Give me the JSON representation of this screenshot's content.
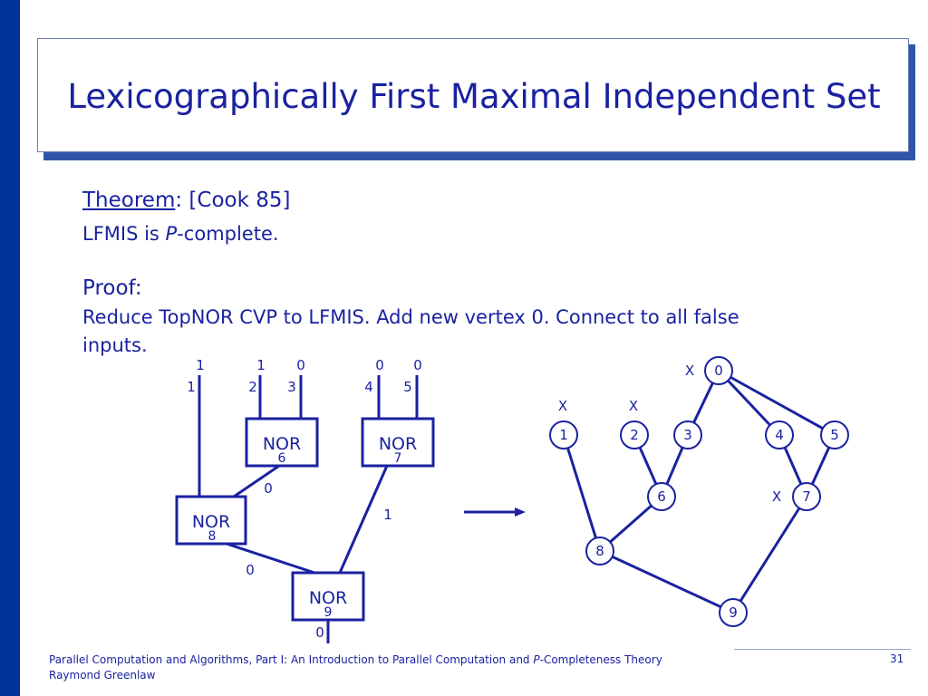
{
  "slide": {
    "title": "Lexicographically First Maximal Independent Set",
    "theorem_label": "Theorem",
    "theorem_rest": ": [Cook 85]",
    "lfmis_before": "LFMIS is ",
    "lfmis_italic": "P",
    "lfmis_after": "-complete.",
    "proof_label": "Proof:",
    "reduce_line": "Reduce TopNOR CVP to LFMIS.  Add new vertex 0.  Connect to all false",
    "reduce_line2": "inputs."
  },
  "colors": {
    "accent": "#1a22a0",
    "sidebar": "#003399",
    "shadow": "#2e55a8"
  },
  "circuit": {
    "input_values": [
      "1",
      "1",
      "0",
      "0",
      "0"
    ],
    "input_ids": [
      "1",
      "2",
      "3",
      "4",
      "5"
    ],
    "gate_label": "NOR",
    "gates": [
      {
        "label": "NOR",
        "id": "6"
      },
      {
        "label": "NOR",
        "id": "7"
      },
      {
        "label": "NOR",
        "id": "8"
      },
      {
        "label": "NOR",
        "id": "9"
      }
    ],
    "wire_values": {
      "g6_out": "0",
      "g7_out": "1",
      "g8_out": "0",
      "g9_out": "0"
    }
  },
  "graph": {
    "vertices": [
      "0",
      "1",
      "2",
      "3",
      "4",
      "5",
      "6",
      "7",
      "8",
      "9"
    ],
    "x_mark": "X"
  },
  "footer": {
    "line1_before": "Parallel Computation and Algorithms, Part I: An Introduction to Parallel Computation and ",
    "line1_italic": "P",
    "line1_after": "-Completeness Theory",
    "line2": "Raymond Greenlaw",
    "page_number": "31"
  }
}
